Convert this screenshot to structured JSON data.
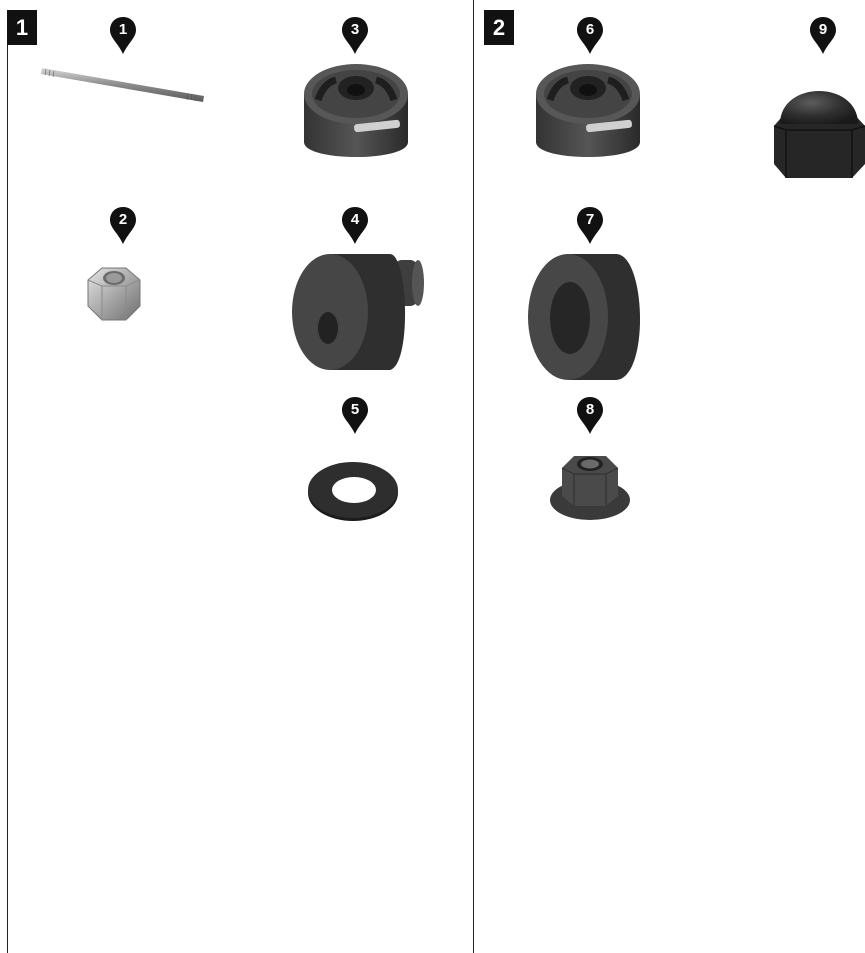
{
  "steps": [
    {
      "label": "1"
    },
    {
      "label": "2"
    }
  ],
  "parts": [
    {
      "num": "1",
      "icon": "threaded-rod-icon"
    },
    {
      "num": "2",
      "icon": "hex-nut-icon"
    },
    {
      "num": "3",
      "icon": "slotted-cylinder-cap-icon"
    },
    {
      "num": "4",
      "icon": "stepped-rubber-bushing-icon"
    },
    {
      "num": "5",
      "icon": "flat-washer-icon"
    },
    {
      "num": "6",
      "icon": "slotted-cylinder-cap-icon"
    },
    {
      "num": "7",
      "icon": "rubber-ring-bushing-icon"
    },
    {
      "num": "8",
      "icon": "flange-nut-icon"
    },
    {
      "num": "9",
      "icon": "acorn-cap-nut-icon"
    }
  ]
}
